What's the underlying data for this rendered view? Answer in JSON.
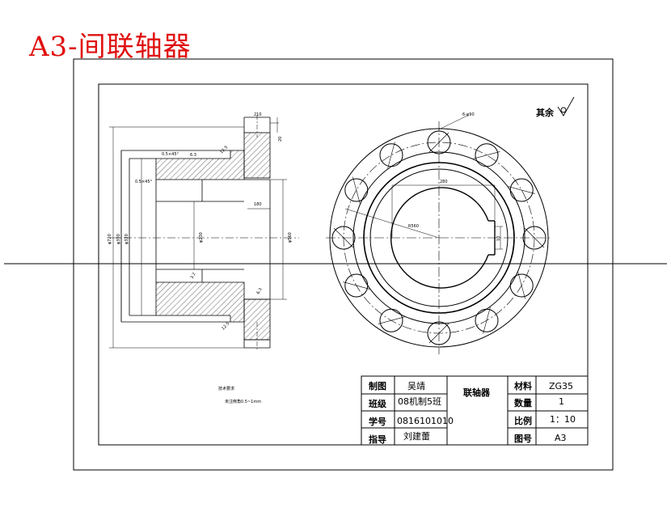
{
  "title": "A3-间联轴器",
  "roughness_note": "其余",
  "notes": [
    "技术要求",
    "未注倒角0.5~1mm"
  ],
  "dimensions": {
    "front_radius": "R560",
    "bolt_circle": "6-φ90",
    "keyway_width": "280",
    "keyway_depth": "10",
    "bore_len": "180",
    "dia_outer": "φ720",
    "dia_2": "φ380",
    "dia_3": "φ320",
    "dia_bore": "φ230",
    "dia_right": "φ560",
    "chamfer_1": "0.5×45°",
    "chamfer_2": "0.5×45°",
    "flange_w": "210",
    "flange_h": "20",
    "ra_1": "6.3",
    "ra_2": "12.5",
    "ra_3": "3.2",
    "ra_4": "6.3",
    "ra_5": "12.5"
  },
  "title_block": {
    "draw_label": "制图",
    "draw_value": "吴靖",
    "class_label": "班级",
    "class_value": "08机制5班",
    "id_label": "学号",
    "id_value": "0816101010",
    "guide_label": "指导",
    "guide_value": "刘建蕾",
    "part_name": "联轴器",
    "material_label": "材料",
    "material_value": "ZG35",
    "qty_label": "数量",
    "qty_value": "1",
    "scale_label": "比例",
    "scale_value": "1：10",
    "drawing_no_label": "图号",
    "drawing_no_value": "A3"
  },
  "colors": {
    "title": "#e01010",
    "lines": "#000000"
  }
}
